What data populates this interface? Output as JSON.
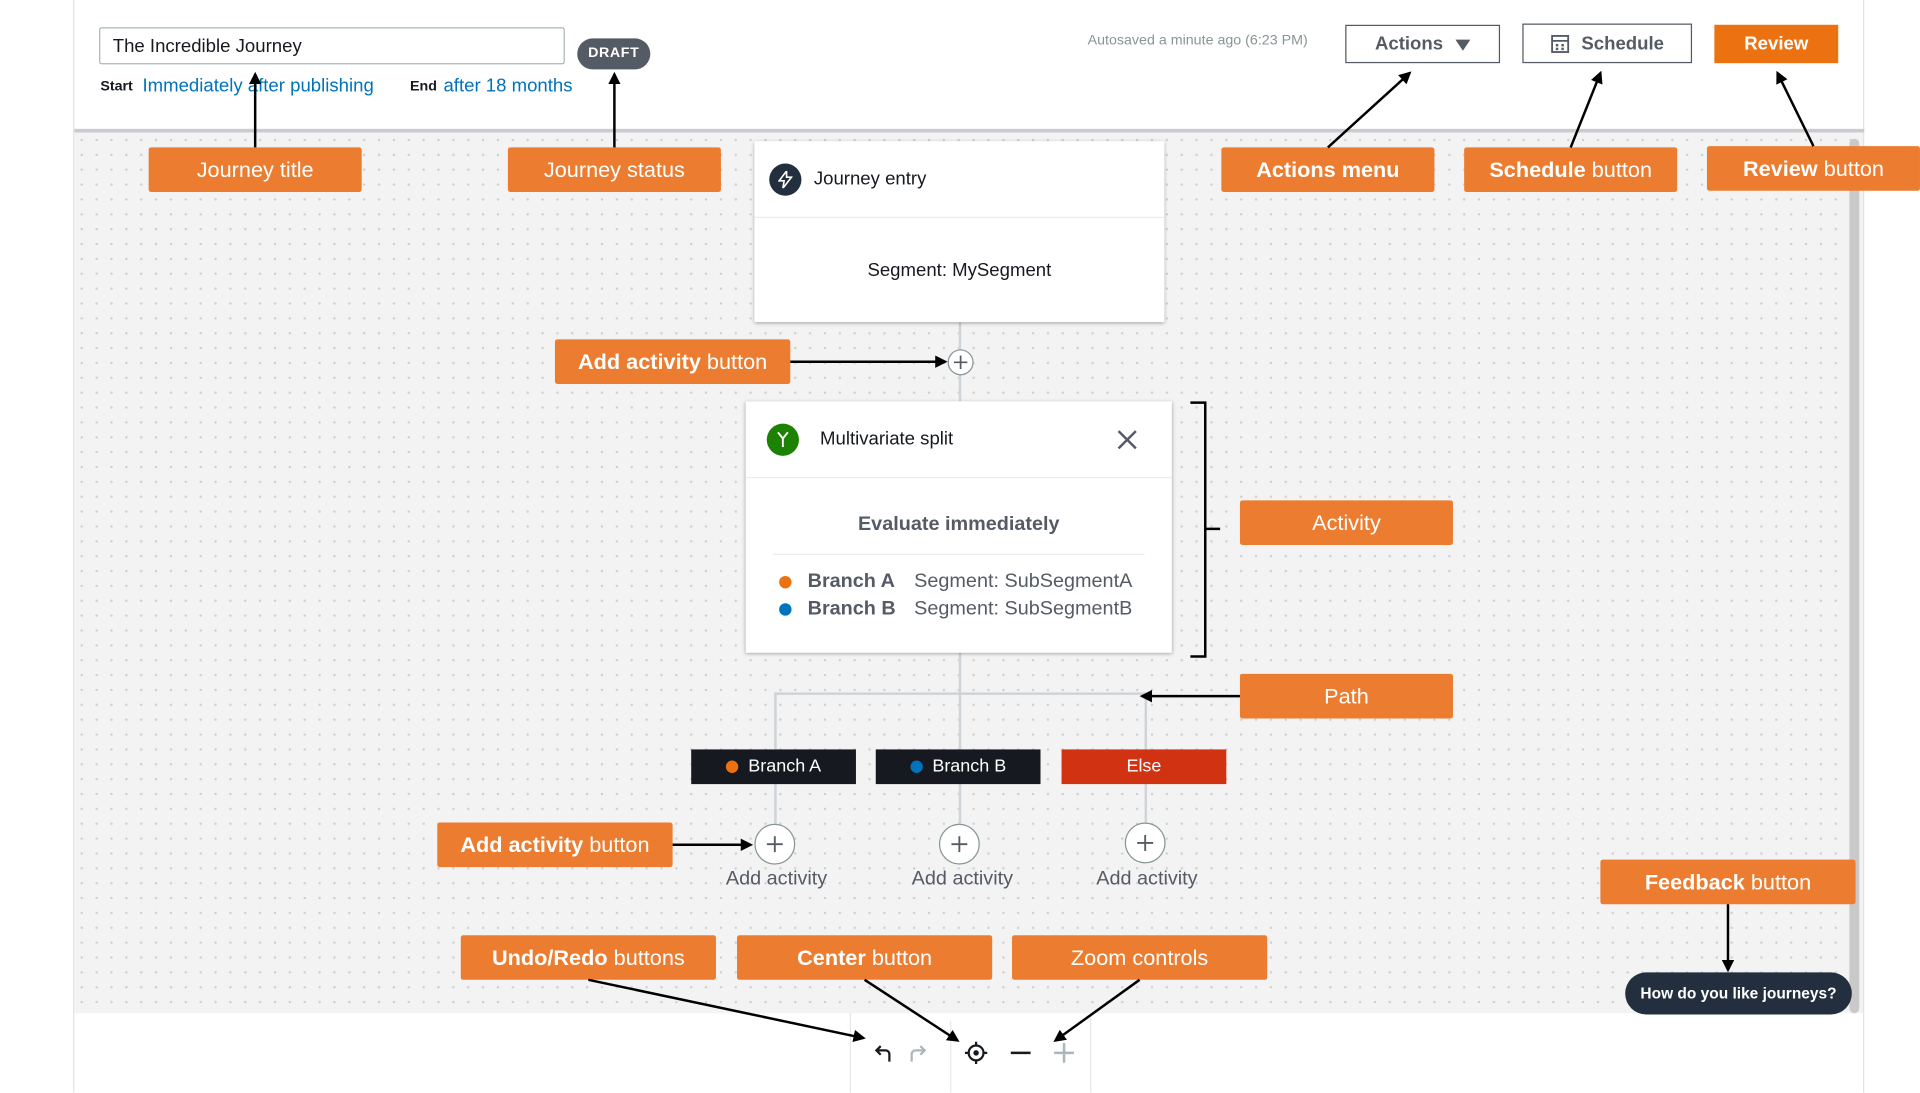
{
  "header": {
    "journey_title": "The Incredible Journey",
    "status_badge": "DRAFT",
    "start_label": "Start",
    "start_value": "Immediately after publishing",
    "end_label": "End",
    "end_value": "after 18 months",
    "autosave_text": "Autosaved a minute ago (6:23 PM)",
    "actions_label": "Actions",
    "schedule_label": "Schedule",
    "review_label": "Review"
  },
  "entry_card": {
    "icon": "lightning-icon",
    "title": "Journey entry",
    "body": "Segment: MySegment"
  },
  "split_card": {
    "icon": "split-icon",
    "title": "Multivariate split",
    "evaluate_text": "Evaluate immediately",
    "branches": [
      {
        "name": "Branch A",
        "segment": "Segment: SubSegmentA",
        "color": "#ec7211"
      },
      {
        "name": "Branch B",
        "segment": "Segment: SubSegmentB",
        "color": "#0073bb"
      }
    ]
  },
  "paths": [
    {
      "label": "Branch A",
      "color": "#ec7211",
      "bg": "#16191f"
    },
    {
      "label": "Branch B",
      "color": "#0073bb",
      "bg": "#16191f"
    },
    {
      "label": "Else",
      "color": "",
      "bg": "#d13212"
    }
  ],
  "add_activity_label": "Add activity",
  "feedback_text": "How do you like journeys?",
  "callouts": {
    "journey_title": "Journey title",
    "journey_status": "Journey status",
    "actions_menu": "Actions menu",
    "schedule_bold": "Schedule",
    "schedule_rest": "button",
    "review_bold": "Review",
    "review_rest": "button",
    "add_activity_bold": "Add activity",
    "add_activity_rest": "button",
    "activity": "Activity",
    "path": "Path",
    "feedback_bold": "Feedback",
    "feedback_rest": "button",
    "undo_redo_bold": "Undo/Redo",
    "undo_redo_rest": "buttons",
    "center_bold": "Center",
    "center_rest": "button",
    "zoom": "Zoom controls"
  },
  "colors": {
    "accent_orange": "#ec7211",
    "callout_orange": "#ec7d30",
    "link_blue": "#0073bb",
    "dark": "#16191f",
    "else_red": "#d13212",
    "split_green": "#1d8102"
  }
}
